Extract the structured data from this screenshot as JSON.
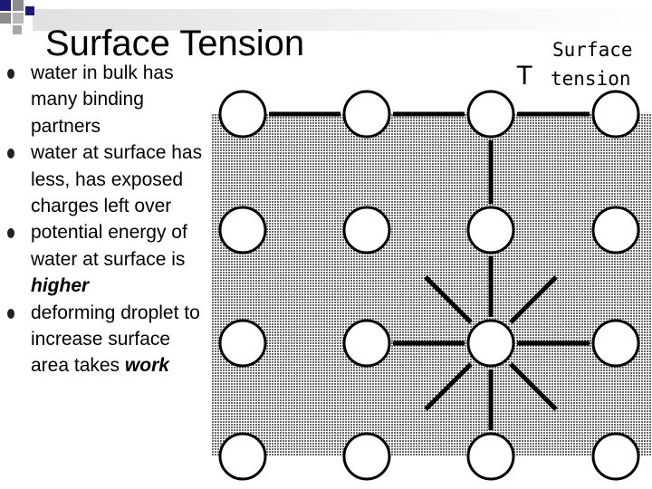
{
  "slide": {
    "title": "Surface Tension",
    "bullets": [
      {
        "parts": [
          {
            "text": "water in bulk has many binding partners",
            "style": "normal"
          }
        ]
      },
      {
        "parts": [
          {
            "text": "water at surface has less, has exposed charges left over",
            "style": "normal"
          }
        ]
      },
      {
        "parts": [
          {
            "text": "potential energy of water at surface is ",
            "style": "normal"
          },
          {
            "text": "higher",
            "style": "bold-italic"
          }
        ]
      },
      {
        "parts": [
          {
            "text": "deforming droplet to increase surface area takes ",
            "style": "normal"
          },
          {
            "text": "work",
            "style": "bold-italic"
          }
        ]
      }
    ]
  },
  "figure": {
    "symbol": "T",
    "label_line1": "Surface",
    "label_line2": "tension"
  },
  "colors": {
    "accent_navy": "#1a1a7a",
    "accent_gray": "#8c8c8c"
  }
}
